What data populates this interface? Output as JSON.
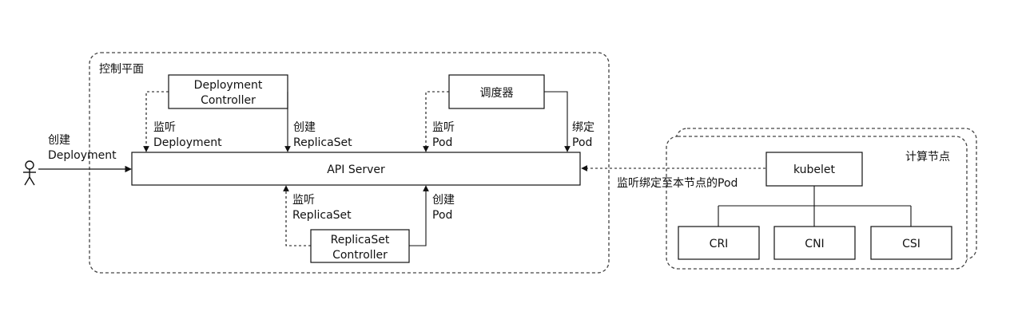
{
  "control_plane": {
    "title": "控制平面",
    "deployment_controller": [
      "Deployment",
      "Controller"
    ],
    "scheduler": "调度器",
    "api_server": "API Server",
    "replicaset_controller": [
      "ReplicaSet",
      "Controller"
    ]
  },
  "compute_node": {
    "title": "计算节点",
    "kubelet": "kubelet",
    "runtimes": [
      "CRI",
      "CNI",
      "CSI"
    ]
  },
  "edges": {
    "user_create": [
      "创建",
      "Deployment"
    ],
    "watch_deployment": [
      "监听",
      "Deployment"
    ],
    "create_replicaset": [
      "创建",
      "ReplicaSet"
    ],
    "watch_pod": [
      "监听",
      "Pod"
    ],
    "bind_pod": [
      "绑定",
      "Pod"
    ],
    "watch_replicaset": [
      "监听",
      "ReplicaSet"
    ],
    "create_pod": [
      "创建",
      "Pod"
    ],
    "kubelet_watch": "监听绑定至本节点的Pod"
  }
}
